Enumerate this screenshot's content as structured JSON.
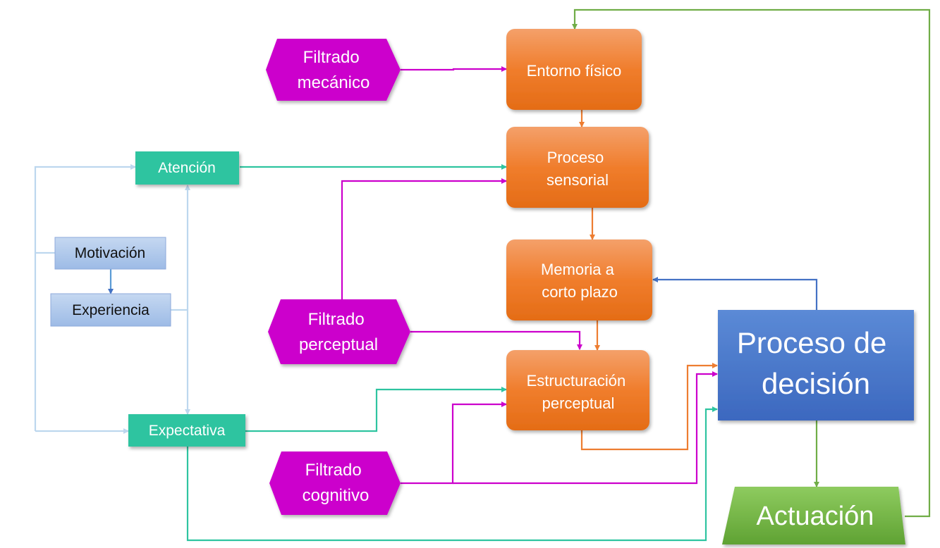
{
  "colors": {
    "orange": "#ed7d31",
    "magenta": "#cc00cc",
    "teal": "#2ec4a0",
    "blue_box": "#a9c4ea",
    "decision_blue": "#4472c4",
    "green": "#70ad47",
    "light_blue_line": "#bdd7ee",
    "dark_blue_line": "#4472c4"
  },
  "nodes": {
    "entorno_fisico": {
      "lines": [
        "Entorno físico"
      ]
    },
    "proceso_sensorial": {
      "lines": [
        "Proceso",
        "sensorial"
      ]
    },
    "memoria_corto_plazo": {
      "lines": [
        "Memoria a",
        "corto plazo"
      ]
    },
    "estructuracion_perceptual": {
      "lines": [
        "Estructuración",
        "perceptual"
      ]
    },
    "proceso_decision": {
      "lines": [
        "Proceso de",
        "decisión"
      ]
    },
    "actuacion": {
      "lines": [
        "Actuación"
      ]
    },
    "filtrado_mecanico": {
      "lines": [
        "Filtrado",
        "mecánico"
      ]
    },
    "filtrado_perceptual": {
      "lines": [
        "Filtrado",
        "perceptual"
      ]
    },
    "filtrado_cognitivo": {
      "lines": [
        "Filtrado",
        "cognitivo"
      ]
    },
    "atencion": {
      "lines": [
        "Atención"
      ]
    },
    "expectativa": {
      "lines": [
        "Expectativa"
      ]
    },
    "motivacion": {
      "lines": [
        "Motivación"
      ]
    },
    "experiencia": {
      "lines": [
        "Experiencia"
      ]
    }
  }
}
